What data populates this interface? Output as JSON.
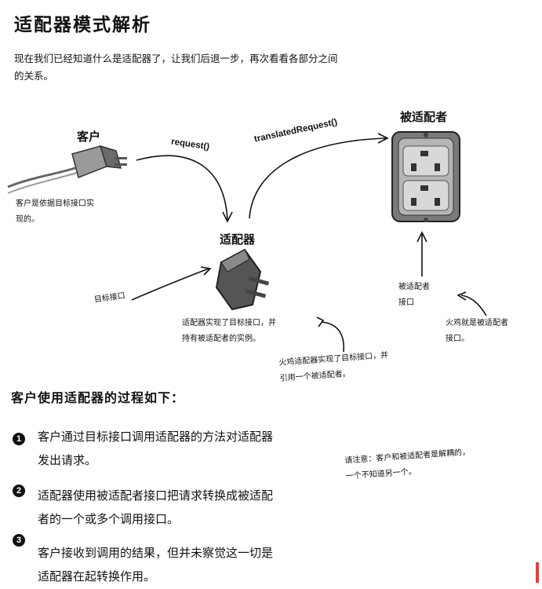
{
  "title": "适配器模式解析",
  "intro": "现在我们已经知道什么是适配器了，让我们后退一步，再次看看各部分之间的关系。",
  "diagram": {
    "client_label": "客户",
    "adapter_label": "适配器",
    "adaptee_label": "被适配者",
    "request_call": "request()",
    "translated_call": "translatedRequest()",
    "client_note": [
      "客户是依据目标接口实",
      "现的。"
    ],
    "target_interface_note": "目标接口",
    "adapter_note": [
      "适配器实现了目标接口，并",
      "持有被适配者的实例。"
    ],
    "turkey_note": [
      "火鸡适配器实现了目标接口，并",
      "引用一个被适配者。"
    ],
    "adaptee_interface_note": [
      "被适配者",
      "接口"
    ],
    "turkey_adaptee_note": [
      "火鸡就是被适配者",
      "接口。"
    ]
  },
  "process": {
    "heading": "客户使用适配器的过程如下：",
    "steps": [
      {
        "num": "1",
        "lines": [
          "客户通过目标接口调用适配器的方法对适配器",
          "发出请求。"
        ]
      },
      {
        "num": "2",
        "lines": [
          "适配器使用被适配者接口把请求转换成被适配",
          "者的一个或多个调用接口。"
        ]
      },
      {
        "num": "3",
        "lines": [
          "客户接收到调用的结果，但并未察觉这一切是",
          "适配器在起转换作用。"
        ]
      }
    ]
  },
  "side_note": [
    "请注意：客户和被适配者是解耦的，",
    "一个不知道另一个。"
  ]
}
